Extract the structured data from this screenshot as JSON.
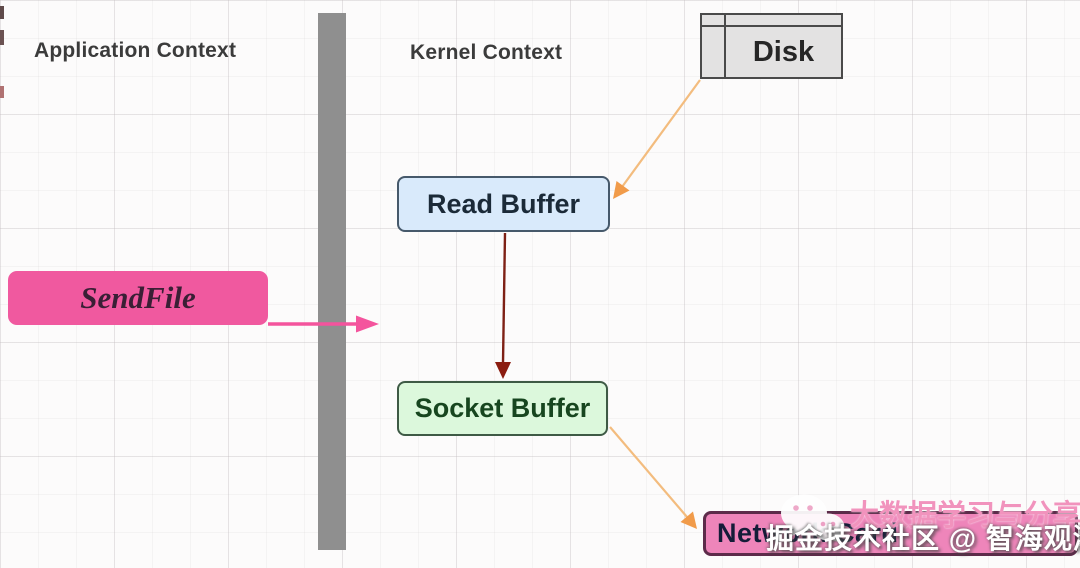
{
  "contexts": {
    "application": "Application Context",
    "kernel": "Kernel Context"
  },
  "nodes": {
    "disk": {
      "label": "Disk",
      "fill": "#e3e2e2",
      "border": "#4a4a4a"
    },
    "read_buffer": {
      "label": "Read Buffer",
      "fill": "#d9eafb",
      "border": "#46596b"
    },
    "socket_buffer": {
      "label": "Socket Buffer",
      "fill": "#dcf8dc",
      "border": "#3e5a45"
    },
    "sendfile": {
      "label": "SendFile",
      "fill": "#f0599f"
    },
    "network_card": {
      "label": "Network Card",
      "fill": "#ee85ba",
      "border": "#5d2b4a"
    }
  },
  "divider": {
    "color": "#8f8f8f"
  },
  "arrows": [
    {
      "name": "disk-to-read-buffer",
      "stroke": "#f3bc7e",
      "color": "#f19b4a"
    },
    {
      "name": "read-buffer-to-socket-buffer",
      "stroke": "#7e2015",
      "color": "#8b1c10"
    },
    {
      "name": "sendfile-call",
      "stroke": "#f4549d",
      "color": "#f4549d"
    },
    {
      "name": "socket-buffer-to-network-card",
      "stroke": "#f3bc7e",
      "color": "#f19b4a"
    }
  ],
  "watermark": {
    "icon": "wechat-icon",
    "line1": "大数据学习与分享",
    "line2": "掘金技术社区 @ 智海观潮"
  }
}
